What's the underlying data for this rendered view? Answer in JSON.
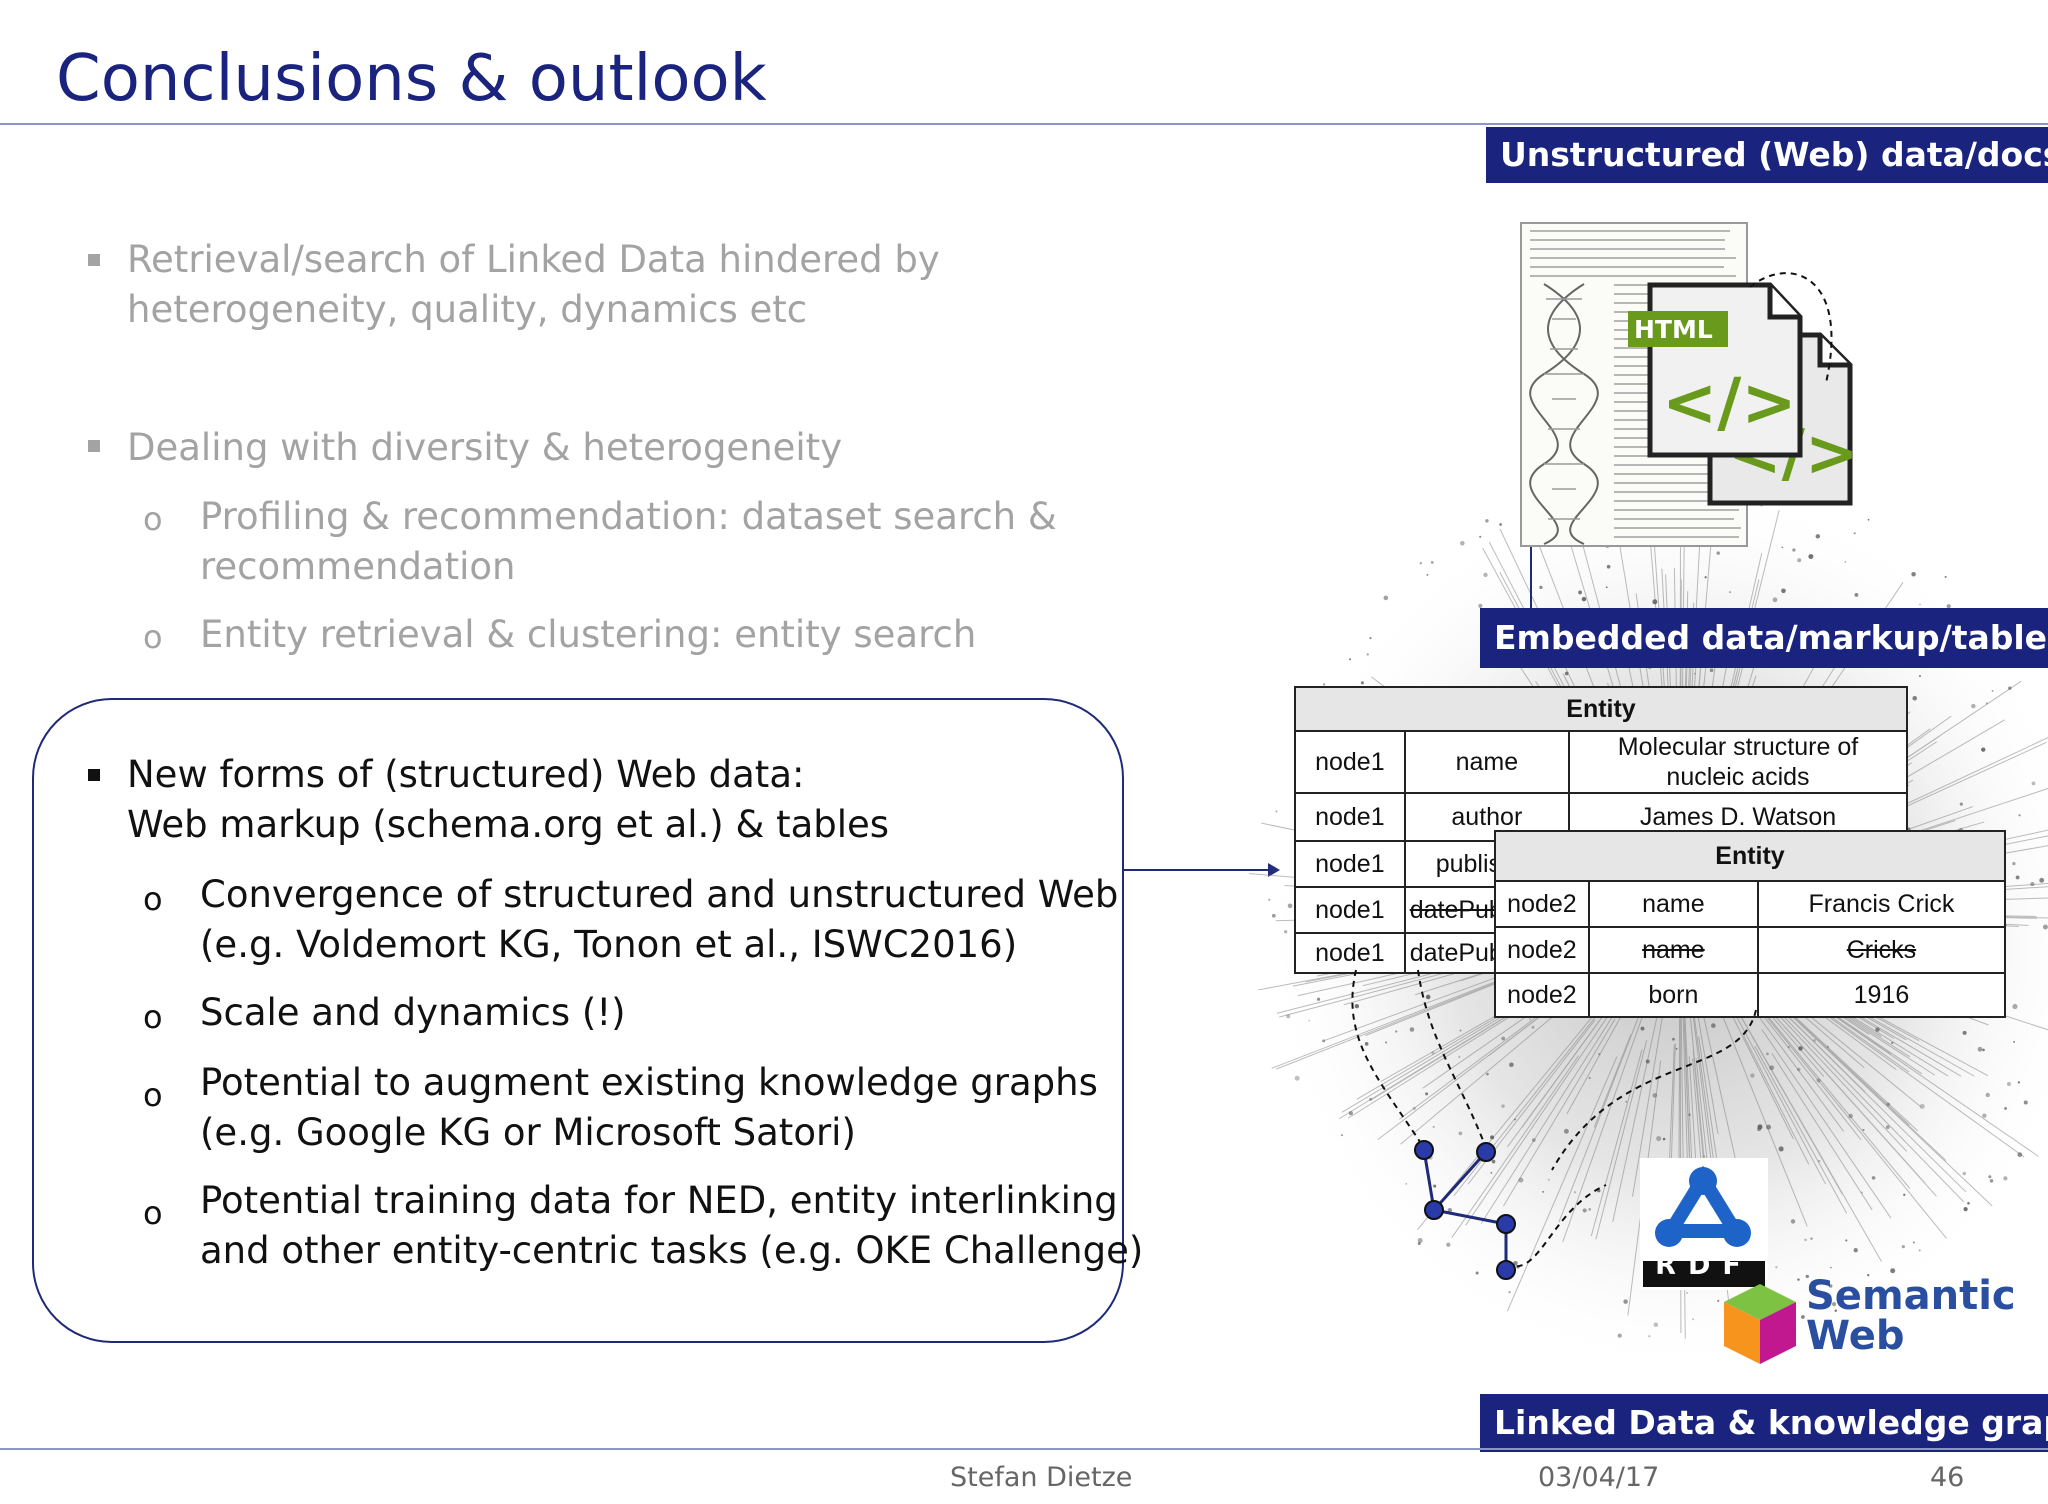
{
  "slide": {
    "title": "Conclusions & outlook",
    "bullets_grey": [
      {
        "line1": "Retrieval/search of Linked Data hindered by",
        "line2": "heterogeneity, quality, dynamics etc"
      },
      {
        "line1": "Dealing with diversity & heterogeneity"
      }
    ],
    "sub_grey": [
      {
        "line1": "Profiling & recommendation: dataset search &",
        "line2": "recommendation"
      },
      {
        "line1": "Entity retrieval & clustering: entity search"
      }
    ],
    "callout": {
      "bullet_line1": "New forms of (structured) Web data:",
      "bullet_line2": "Web markup (schema.org et al.) & tables",
      "subs": [
        {
          "line1": "Convergence of structured and unstructured Web",
          "line2": "(e.g. Voldemort KG, Tonon et al., ISWC2016)"
        },
        {
          "line1": "Scale and dynamics (!)"
        },
        {
          "line1": "Potential to augment existing knowledge graphs",
          "line2": "(e.g. Google KG or Microsoft Satori)"
        },
        {
          "line1": "Potential training data for NED, entity interlinking",
          "line2": "and other entity-centric tasks (e.g. OKE Challenge)"
        }
      ],
      "sub_marker": "o"
    }
  },
  "diagram": {
    "banner_top": "Unstructured (Web) data/docs",
    "banner_mid": "Embedded data/markup/tables",
    "banner_bottom": "Linked Data & knowledge graphs",
    "html_label": "HTML",
    "code_glyph": "</>",
    "table1": {
      "header": "Entity",
      "rows": [
        [
          "node1",
          "name",
          "Molecular structure of",
          "nucleic acids"
        ],
        [
          "node1",
          "author",
          "James D. Watson"
        ],
        [
          "node1",
          "publis"
        ],
        [
          "node1",
          "datePub"
        ],
        [
          "node1",
          "datePub"
        ]
      ]
    },
    "table2": {
      "header": "Entity",
      "rows": [
        [
          "node2",
          "name",
          "Francis Crick"
        ],
        [
          "node2",
          "name",
          "Cricks"
        ],
        [
          "node2",
          "born",
          "1916"
        ]
      ]
    },
    "rdf_label": "RDF",
    "semantic_web_line1": "Semantic",
    "semantic_web_line2": "Web",
    "colors": {
      "banner": "#1a237e",
      "node": "#2a3aa8",
      "html_green": "#6a9a1c",
      "sw_blue": "#2a4fa0"
    }
  },
  "footer": {
    "author": "Stefan Dietze",
    "date": "03/04/17",
    "page": "46"
  }
}
